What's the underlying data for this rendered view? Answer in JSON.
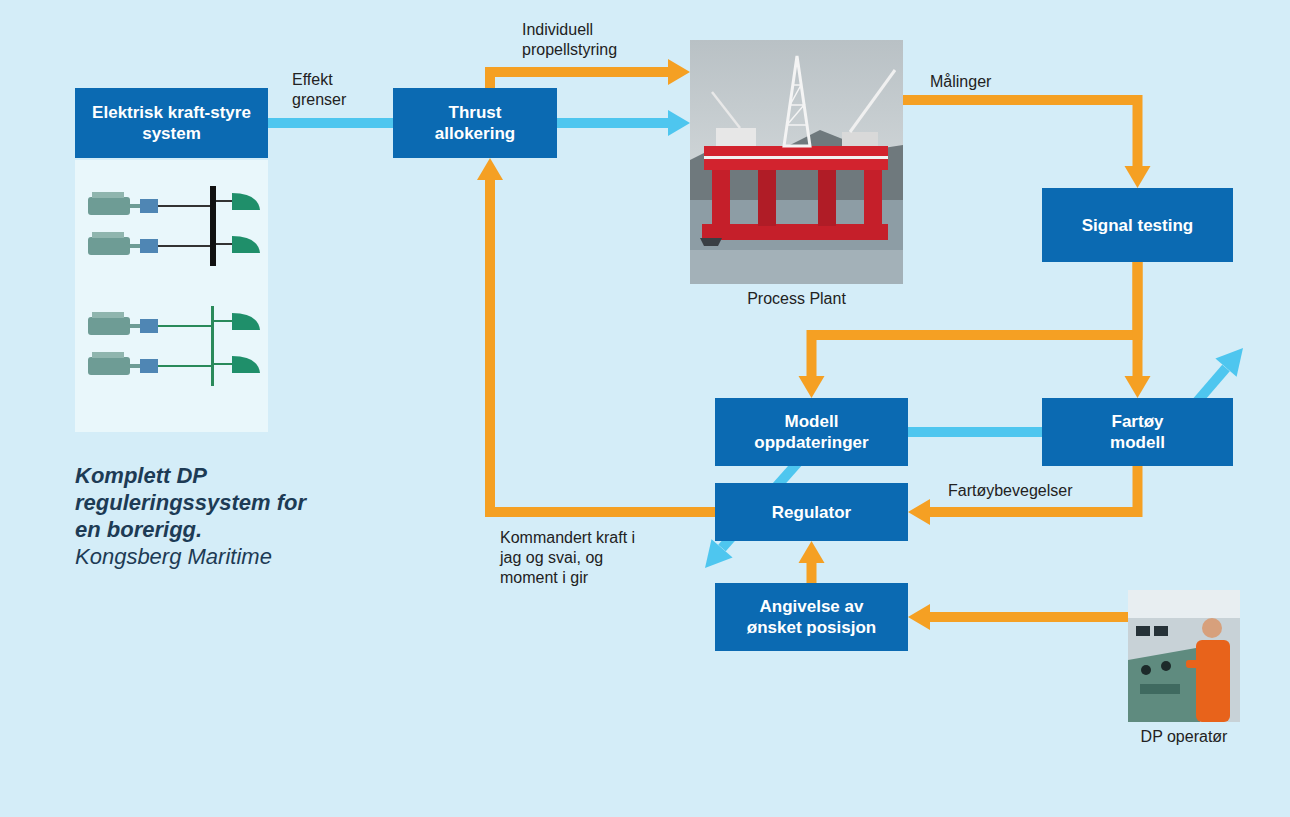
{
  "diagram": {
    "caption": "Komplett DP reguleringssystem for en borerigg.",
    "nodes": [
      {
        "text": [
          "Elektrisk kraft-styre system"
        ]
      },
      {
        "text": [
          "Thrust allokering"
        ]
      },
      {
        "text": [
          "Process Plant"
        ]
      },
      {
        "text": [
          "Signal testing"
        ]
      },
      {
        "text": [
          "Modell oppdateringer"
        ]
      },
      {
        "text": [
          "Fartøy modell"
        ]
      },
      {
        "text": [
          "Regulator"
        ]
      },
      {
        "text": [
          "Angivelse av ønsket posisjon"
        ]
      },
      {
        "text": [
          "DP operatør"
        ]
      }
    ],
    "edges": [
      {
        "from": 0,
        "to": 1,
        "arrow": "none",
        "label": "Effekt grenser"
      },
      {
        "from": 1,
        "to": 2,
        "arrow": "to",
        "label": "Individuell propellstyring"
      },
      {
        "from": 1,
        "to": 2,
        "arrow": "to"
      },
      {
        "from": 2,
        "to": 3,
        "arrow": "to",
        "label": "Målinger"
      },
      {
        "from": 3,
        "to": 4,
        "arrow": "to"
      },
      {
        "from": 3,
        "to": 5,
        "arrow": "to"
      },
      {
        "from": 4,
        "to": 5,
        "arrow": "none"
      },
      {
        "from": 5,
        "to": 6,
        "arrow": "to",
        "label": "Fartøybevegelser"
      },
      {
        "from": 6,
        "to": 1,
        "arrow": "to",
        "label": "Kommandert kraft i jag og svai, og moment i gir"
      },
      {
        "from": 7,
        "to": 6,
        "arrow": "to"
      },
      {
        "from": 8,
        "to": 7,
        "arrow": "to"
      }
    ],
    "labels": [
      "Kongsberg Maritime"
    ]
  }
}
